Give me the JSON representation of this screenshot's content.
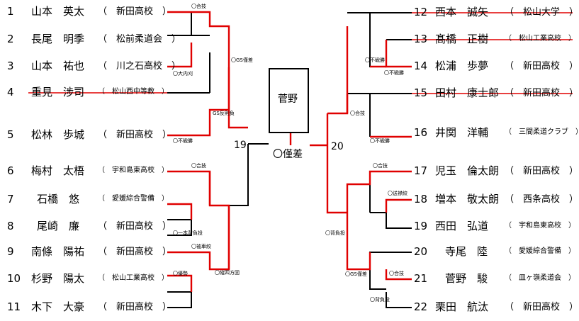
{
  "champion": "菅野",
  "final_result": "〇僅差",
  "semifinal_left_number": "19",
  "semifinal_right_number": "20",
  "left_players": [
    {
      "no": "1",
      "name": "山本　英太",
      "affiliation": "（　新田高校　）",
      "withdrawn": false
    },
    {
      "no": "2",
      "name": "長尾　明季",
      "affiliation": "（　松前柔道会　）",
      "withdrawn": false
    },
    {
      "no": "3",
      "name": "山本　祐也",
      "affiliation": "（　川之石高校　）",
      "withdrawn": false
    },
    {
      "no": "4",
      "name": "重見　涉司",
      "affiliation": "（　松山西中等教　）",
      "withdrawn": true
    },
    {
      "no": "5",
      "name": "松林　歩城",
      "affiliation": "（　新田高校　）",
      "withdrawn": false
    },
    {
      "no": "6",
      "name": "梅村　太梧",
      "affiliation": "（　宇和島東高校　）",
      "withdrawn": false
    },
    {
      "no": "7",
      "name": "石橋　悠",
      "affiliation": "（　愛媛綜合警備　）",
      "withdrawn": false
    },
    {
      "no": "8",
      "name": "尾崎　廉",
      "affiliation": "（　新田高校　）",
      "withdrawn": false
    },
    {
      "no": "9",
      "name": "南條　陽祐",
      "affiliation": "（　新田高校　）",
      "withdrawn": false
    },
    {
      "no": "10",
      "name": "杉野　陽太",
      "affiliation": "（　松山工業高校　）",
      "withdrawn": false
    },
    {
      "no": "11",
      "name": "木下　大豪",
      "affiliation": "（　新田高校　）",
      "withdrawn": false
    }
  ],
  "right_players": [
    {
      "no": "12",
      "name": "西本　誠矢",
      "affiliation": "（　松山大学　）",
      "withdrawn": true
    },
    {
      "no": "13",
      "name": "髙橋　正樹",
      "affiliation": "（　松山工業高校　）",
      "withdrawn": true
    },
    {
      "no": "14",
      "name": "松浦　歩夢",
      "affiliation": "（　新田高校　）",
      "withdrawn": false
    },
    {
      "no": "15",
      "name": "田村　康士郎",
      "affiliation": "（　新田高校　）",
      "withdrawn": true
    },
    {
      "no": "16",
      "name": "井関　洋輔",
      "affiliation": "（　三間柔道クラブ　）",
      "withdrawn": false
    },
    {
      "no": "17",
      "name": "児玉　倫太朗",
      "affiliation": "（　新田高校　）",
      "withdrawn": false
    },
    {
      "no": "18",
      "name": "増本　敬太朗",
      "affiliation": "（　西条高校　）",
      "withdrawn": false
    },
    {
      "no": "19",
      "name": "西田　弘道",
      "affiliation": "（　宇和島東高校　）",
      "withdrawn": false
    },
    {
      "no": "20",
      "name": "寺尾　陸",
      "affiliation": "（　愛媛綜合警備　）",
      "withdrawn": false
    },
    {
      "no": "21",
      "name": "菅野　駿",
      "affiliation": "（　皿ヶ嶺柔道会　）",
      "withdrawn": false
    },
    {
      "no": "22",
      "name": "栗田　航汰",
      "affiliation": "（　新田高校　）",
      "withdrawn": false
    }
  ],
  "results": {
    "r1_1_2": "〇合技",
    "r1_2_3": "〇大内刈",
    "r2_top": "〇GS僅差",
    "r1_4_5": "GS反則負",
    "r1_5": "〇不戦勝",
    "r1_6_7": "〇合技",
    "r1_7_8": "〇一本背負投",
    "r1_9": "〇袖車絞",
    "r1_10": "〇優勢",
    "r2_9_11": "〇縦四方固",
    "r_12_13": "〇不戦勝",
    "r_14": "〇不戦勝",
    "r_15_16": "〇合技",
    "r_16": "〇不戦勝",
    "r_17": "〇合技",
    "r_18": "〇送襟絞",
    "r_semis_right": "〇背負投",
    "r_20_22": "〇GS僅差",
    "r_21": "〇合技",
    "r_22": "〇背負投"
  },
  "colors": {
    "win": "#e00000",
    "line": "#000000"
  }
}
